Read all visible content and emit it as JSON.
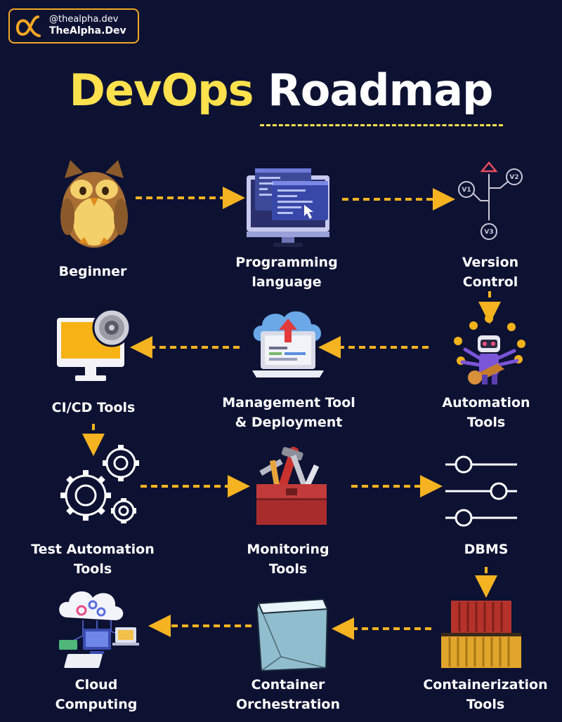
{
  "brand": {
    "handle": "@thealpha.dev",
    "name": "TheAlpha.Dev"
  },
  "title": {
    "part1": "DevOps",
    "part2": "Roadmap"
  },
  "steps": [
    {
      "line1": "Beginner",
      "line2": "",
      "icon": "owl-icon"
    },
    {
      "line1": "Programming",
      "line2": "language",
      "icon": "code-monitor-icon"
    },
    {
      "line1": "Version",
      "line2": "Control",
      "icon": "version-branch-icon"
    },
    {
      "line1": "Automation",
      "line2": "Tools",
      "icon": "robot-icon"
    },
    {
      "line1": "Management Tool",
      "line2": "& Deployment",
      "icon": "cloud-upload-laptop-icon"
    },
    {
      "line1": "CI/CD Tools",
      "line2": "",
      "icon": "monitor-disc-icon"
    },
    {
      "line1": "Test Automation",
      "line2": "Tools",
      "icon": "gears-icon"
    },
    {
      "line1": "Monitoring",
      "line2": "Tools",
      "icon": "toolbox-icon"
    },
    {
      "line1": "DBMS",
      "line2": "",
      "icon": "sliders-icon"
    },
    {
      "line1": "Containerization",
      "line2": "Tools",
      "icon": "shipping-containers-icon"
    },
    {
      "line1": "Container",
      "line2": "Orchestration",
      "icon": "glass-box-icon"
    },
    {
      "line1": "Cloud",
      "line2": "Computing",
      "icon": "cloud-network-icon"
    }
  ],
  "colors": {
    "background": "#0d1233",
    "accent": "#ffe14d",
    "arrow": "#f5b321",
    "brand_border": "#f5a623"
  }
}
